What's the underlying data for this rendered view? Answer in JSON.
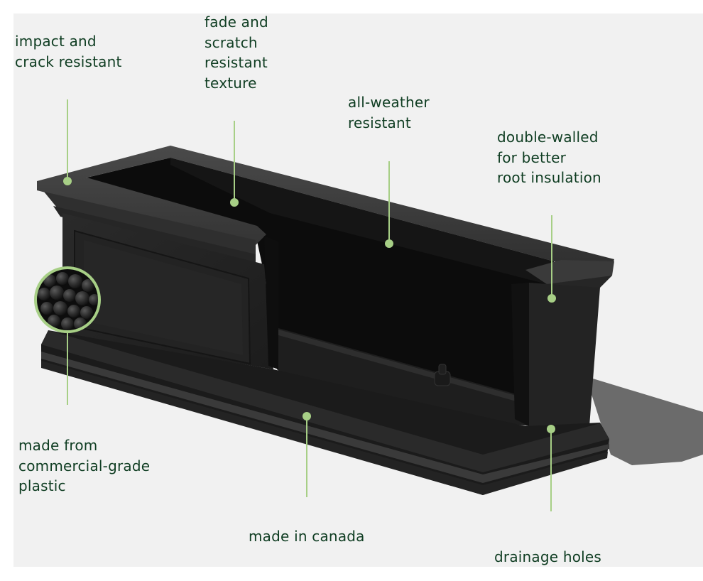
{
  "diagram": {
    "subject": "black window-box planter",
    "colors": {
      "background": "#f1f1f1",
      "page": "#ffffff",
      "text": "#0f3d22",
      "callout": "#a7cf86",
      "planter_dark": "#1a1a1a",
      "planter_mid": "#2b2b2b",
      "planter_light": "#3d3d3d",
      "shadow": "#6b6b6b"
    },
    "callouts": [
      {
        "id": "impact",
        "lines": [
          "impact and",
          "crack resistant"
        ]
      },
      {
        "id": "fade",
        "lines": [
          "fade and",
          "scratch",
          "resistant",
          "texture"
        ]
      },
      {
        "id": "weather",
        "lines": [
          "all-weather",
          "resistant"
        ]
      },
      {
        "id": "double-wall",
        "lines": [
          "double-walled",
          "for better",
          "root insulation"
        ]
      },
      {
        "id": "material",
        "lines": [
          "made from",
          "commercial-grade",
          "plastic"
        ]
      },
      {
        "id": "canada",
        "lines": [
          "made in canada"
        ]
      },
      {
        "id": "drainage",
        "lines": [
          "drainage holes"
        ]
      }
    ],
    "inset": {
      "name": "plastic pellets closeup"
    }
  }
}
